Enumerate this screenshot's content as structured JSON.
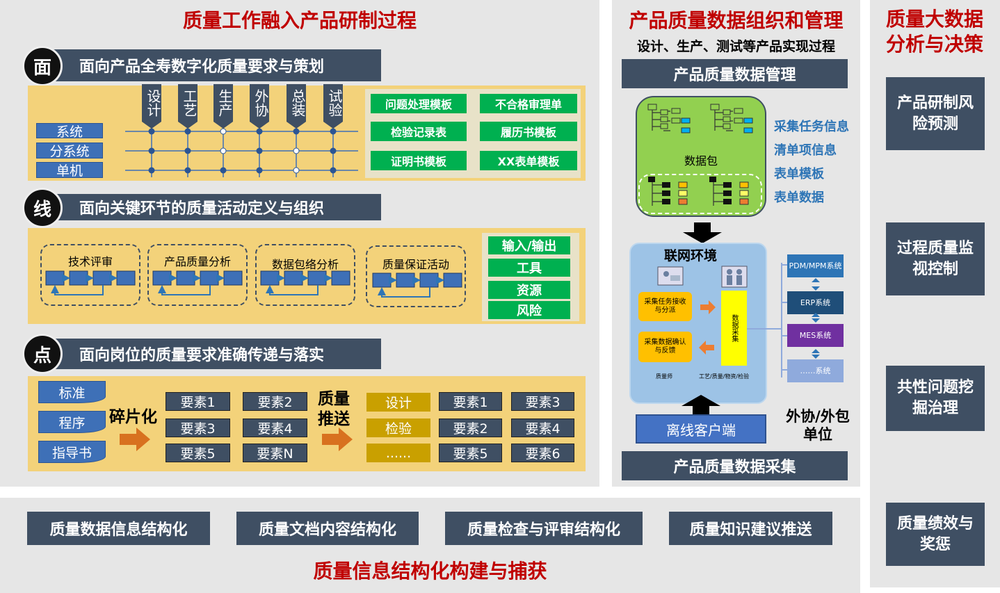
{
  "left_panel": {
    "title": "质量工作融入产品研制过程",
    "face": {
      "badge": "面",
      "heading": "面向产品全寿数字化质量要求与策划",
      "stages": [
        "设计",
        "工艺",
        "生产",
        "外协",
        "总装",
        "试验"
      ],
      "levels": [
        "系统",
        "分系统",
        "单机"
      ],
      "templates": [
        "问题处理模板",
        "不合格审理单",
        "检验记录表",
        "履历书模板",
        "证明书模板",
        "XX表单模板"
      ]
    },
    "line": {
      "badge": "线",
      "heading": "面向关键环节的质量活动定义与组织",
      "activities": [
        "技术评审",
        "产品质量分析",
        "数据包络分析",
        "质量保证活动"
      ],
      "io_items": [
        "输入/输出",
        "工具",
        "资源",
        "风险"
      ]
    },
    "point": {
      "badge": "点",
      "heading": "面向岗位的质量要求准确传递与落实",
      "sources": [
        "标准",
        "程序",
        "指导书"
      ],
      "fragment_label": "碎片化",
      "elements_a": [
        "要素1",
        "要素2",
        "要素3",
        "要素4",
        "要素5",
        "要素N"
      ],
      "push_label": "质量推送",
      "targets": [
        "设计",
        "检验",
        "......"
      ],
      "elements_b": [
        "要素1",
        "要素3",
        "要素2",
        "要素4",
        "要素5",
        "要素6"
      ]
    }
  },
  "middle_panel": {
    "title": "产品质量数据组织和管理",
    "subtitle": "设计、生产、测试等产品实现过程",
    "management_bar": "产品质量数据管理",
    "package_label": "数据包",
    "package_info": [
      "采集任务信息",
      "清单项信息",
      "表单模板",
      "表单数据"
    ],
    "network_label": "联网环境",
    "task_receive": "采集任务接收与分派",
    "data_confirm": "采集数据确认与反馈",
    "data_collect": "数据采集",
    "role_quality": "质量师",
    "role_process": "工艺/质量/物资/检验",
    "systems": [
      "PDM/MPM系统",
      "ERP系统",
      "MES系统",
      "……系统"
    ],
    "offline_client": "离线客户端",
    "outsource": "外协/外包单位",
    "collect_bar": "产品质量数据采集"
  },
  "right_panel": {
    "title": "质量大数据分析与决策",
    "items": [
      "产品研制风险预测",
      "过程质量监视控制",
      "共性问题挖掘治理",
      "质量绩效与奖惩"
    ]
  },
  "bottom_panel": {
    "items": [
      "质量数据信息结构化",
      "质量文档内容结构化",
      "质量检查与评审结构化",
      "质量知识建议推送"
    ],
    "title": "质量信息结构化构建与捕获"
  },
  "colors": {
    "title_red": "#c00000",
    "dark_slate": "#3f4f63",
    "panel_gray": "#e6e6e6",
    "yellow": "#f3d27a",
    "green": "#00b050",
    "blue": "#3e70b7"
  }
}
